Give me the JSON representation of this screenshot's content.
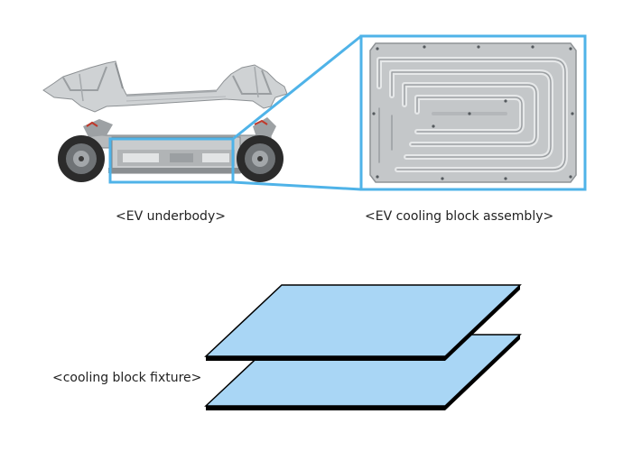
{
  "captions": {
    "underbody": "<EV underbody>",
    "assembly": "<EV cooling block assembly>",
    "fixture": "<cooling block fixture>"
  },
  "colors": {
    "highlight": "#4fb3e8",
    "plate_fill": "#a9d6f5",
    "plate_edge": "#000000",
    "metal": "#c4c7c9"
  }
}
